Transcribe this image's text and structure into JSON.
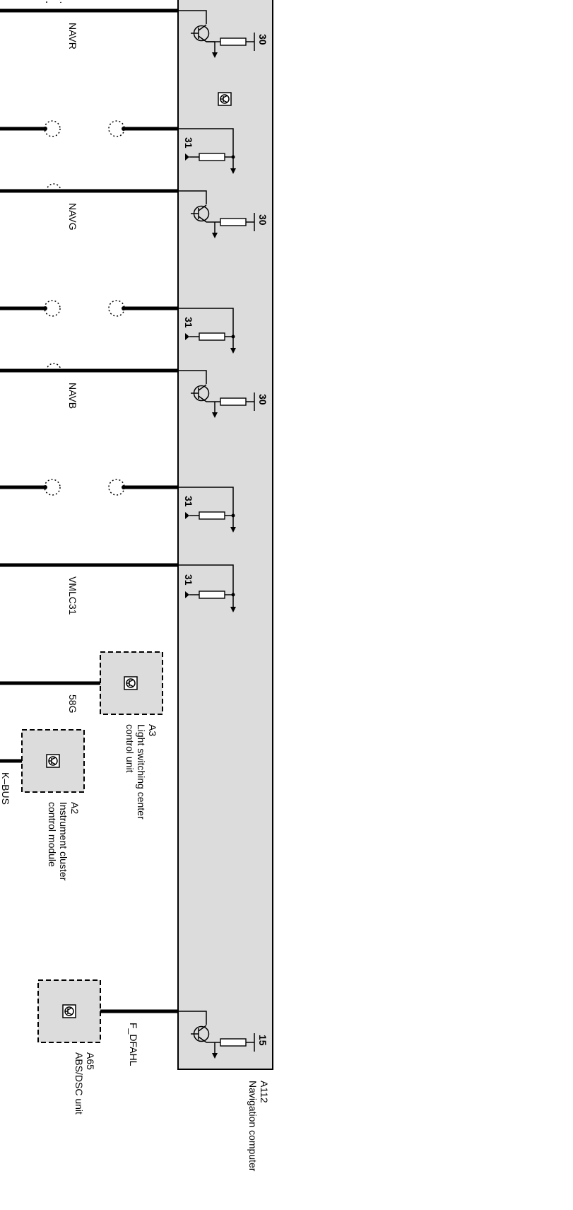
{
  "colors": {
    "module_fill": "#dcdcdc",
    "line": "#000000",
    "background": "#ffffff"
  },
  "signals": {
    "navr": "NAVR",
    "navg": "NAVG",
    "navb": "NAVB",
    "vmlc31": "VMLC31",
    "s58g": "58G",
    "kbus": "K–BUS",
    "fdfahl": "F_DFAHL"
  },
  "terminals": {
    "t30": "30",
    "t31": "31",
    "t15": "15"
  },
  "modules": {
    "a112": {
      "id": "A112",
      "name": "Navigation computer"
    },
    "a3": {
      "id": "A3",
      "name_line1": "Light switching center",
      "name_line2": "control unit"
    },
    "a2": {
      "id": "A2",
      "name_line1": "Instrument cluster",
      "name_line2": "control module"
    },
    "a65": {
      "id": "A65",
      "name": "ABS/DSC unit"
    }
  }
}
